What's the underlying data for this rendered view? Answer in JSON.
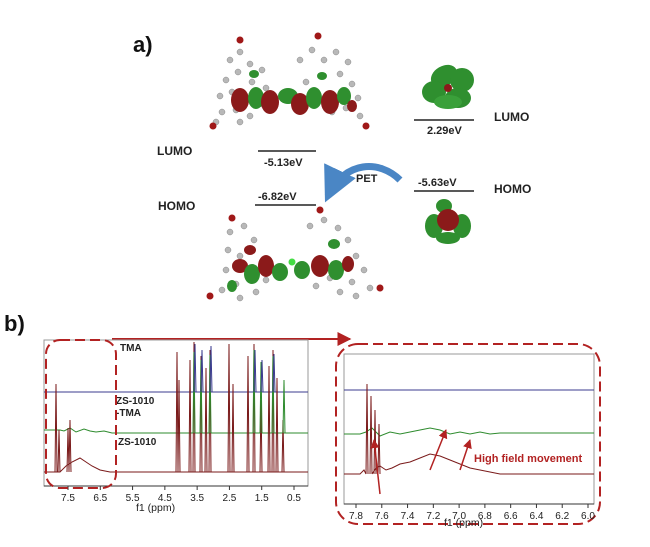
{
  "panel_a": {
    "label": "a)",
    "energy_levels": [
      {
        "side": "left",
        "orbital": "LUMO",
        "energy": "-5.13eV"
      },
      {
        "side": "left",
        "orbital": "HOMO",
        "energy": "-6.82eV"
      },
      {
        "side": "right",
        "orbital": "LUMO",
        "energy": "2.29eV"
      },
      {
        "side": "right",
        "orbital": "HOMO",
        "energy": "-5.63eV"
      }
    ],
    "transfer_label": "PET",
    "colors": {
      "lobe_red": "#8b1a1a",
      "lobe_green": "#2f8f2f",
      "arrow": "#4a86c5"
    }
  },
  "panel_b": {
    "label": "b)",
    "traces": [
      {
        "name": "TMA",
        "color": "#3b3b8f"
      },
      {
        "name": "ZS-1010\n-TMA",
        "color": "#2e8b2e"
      },
      {
        "name": "ZS-1010",
        "color": "#7a1a1a"
      }
    ],
    "left_axis": {
      "ticks": [
        "7.5",
        "6.5",
        "5.5",
        "4.5",
        "3.5",
        "2.5",
        "1.5",
        "0.5"
      ],
      "label": "f1 (ppm)"
    },
    "right_axis": {
      "ticks": [
        "7.8",
        "7.6",
        "7.4",
        "7.2",
        "7.0",
        "6.8",
        "6.6",
        "6.4",
        "6.2",
        "6.0"
      ],
      "label": "f1 (ppm)"
    },
    "annotation": "High field movement",
    "colors": {
      "dash_box": "#b22222",
      "annotation": "#b22222"
    }
  }
}
